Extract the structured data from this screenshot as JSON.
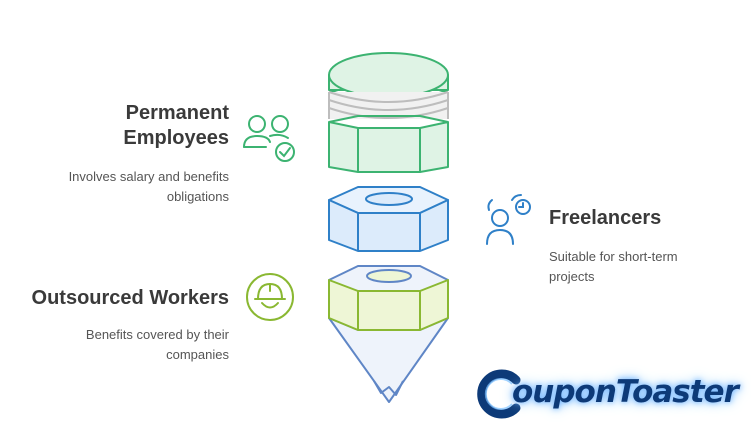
{
  "items": [
    {
      "title_line1": "Permanent",
      "title_line2": "Employees",
      "desc_line1": "Involves salary and benefits",
      "desc_line2": "obligations",
      "icon": "people-check-icon",
      "color": "#3cb371"
    },
    {
      "title": "Freelancers",
      "desc_line1": "Suitable for short-term",
      "desc_line2": "projects",
      "icon": "freelancer-icon",
      "color": "#2f80c8"
    },
    {
      "title": "Outsourced Workers",
      "desc_line1": "Benefits covered by their",
      "desc_line2": "companies",
      "icon": "worker-helmet-icon",
      "color": "#8ab832"
    }
  ],
  "logo": {
    "text": "CouponToaster",
    "text_without_c": "ouponToaster"
  },
  "colors": {
    "green": "#3cb371",
    "green_fill": "#dff3e5",
    "blue": "#2f80c8",
    "blue_fill": "#dcebfb",
    "lime": "#8ab832",
    "lime_fill": "#eef6d6",
    "cone_stroke": "#5f86c6",
    "cone_fill": "#eef3fb"
  }
}
